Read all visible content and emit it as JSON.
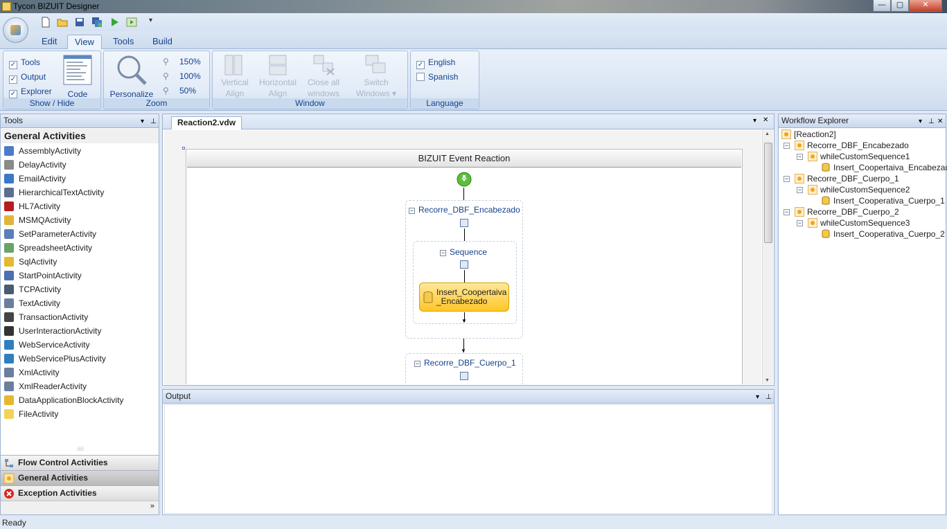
{
  "window": {
    "title": "Tycon BIZUIT Designer",
    "controls": {
      "minimize": "—",
      "maximize": "▢",
      "close": "✕"
    }
  },
  "ribbon": {
    "tabs": [
      {
        "label": "Edit"
      },
      {
        "label": "View",
        "active": true
      },
      {
        "label": "Tools"
      },
      {
        "label": "Build"
      }
    ],
    "show_hide": {
      "label": "Show / Hide",
      "items": [
        {
          "label": "Tools",
          "checked": true
        },
        {
          "label": "Output",
          "checked": true
        },
        {
          "label": "Explorer",
          "checked": true
        }
      ],
      "code_label": "Code"
    },
    "zoom": {
      "label": "Zoom",
      "personalize_label": "Personalize",
      "levels": [
        "150%",
        "100%",
        "50%"
      ]
    },
    "window": {
      "label": "Window",
      "buttons": [
        {
          "line1": "Vertical",
          "line2": "Align"
        },
        {
          "line1": "Horizontal",
          "line2": "Align"
        },
        {
          "line1": "Close all",
          "line2": "windows"
        },
        {
          "line1": "Switch",
          "line2": "Windows"
        }
      ],
      "dropdown_glyph": "▾"
    },
    "language": {
      "label": "Language",
      "options": [
        {
          "label": "English",
          "checked": true
        },
        {
          "label": "Spanish",
          "checked": false
        }
      ]
    }
  },
  "tools_panel": {
    "title": "Tools",
    "category": "General Activities",
    "items": [
      "AssemblyActivity",
      "DelayActivity",
      "EmailActivity",
      "HierarchicalTextActivity",
      "HL7Activity",
      "MSMQActivity",
      "SetParameterActivity",
      "SpreadsheetActivity",
      "SqlActivity",
      "StartPointActivity",
      "TCPActivity",
      "TextActivity",
      "TransactionActivity",
      "UserInteractionActivity",
      "WebServiceActivity",
      "WebServicePlusActivity",
      "XmlActivity",
      "XmlReaderActivity",
      "DataApplicationBlockActivity",
      "FileActivity"
    ],
    "categories": [
      {
        "label": "Flow Control Activities",
        "selected": false
      },
      {
        "label": "General Activities",
        "selected": true
      },
      {
        "label": "Exception Activities",
        "selected": false
      }
    ],
    "grip": "⁞⁞⁞⁞⁞",
    "more_glyph": "»"
  },
  "document": {
    "tab_label": "Reaction2.vdw",
    "workflow_title": "BIZUIT Event Reaction",
    "sequence1": "Recorre_DBF_Encabezado",
    "inner_sequence": "Sequence",
    "activity_line1": "Insert_Coopertaiva",
    "activity_line2": "_Encabezado",
    "sequence2": "Recorre_DBF_Cuerpo_1"
  },
  "output": {
    "title": "Output"
  },
  "explorer": {
    "title": "Workflow Explorer",
    "tree": [
      {
        "label": "[Reaction2]",
        "level": 0,
        "icon": "workflow"
      },
      {
        "label": "Recorre_DBF_Encabezado",
        "level": 1,
        "icon": "workflow"
      },
      {
        "label": "whileCustomSequence1",
        "level": 2,
        "icon": "workflow"
      },
      {
        "label": "Insert_Coopertaiva_Encabezado",
        "level": 3,
        "icon": "db"
      },
      {
        "label": "Recorre_DBF_Cuerpo_1",
        "level": 1,
        "icon": "workflow"
      },
      {
        "label": "whileCustomSequence2",
        "level": 2,
        "icon": "workflow"
      },
      {
        "label": "Insert_Cooperativa_Cuerpo_1",
        "level": 3,
        "icon": "db"
      },
      {
        "label": "Recorre_DBF_Cuerpo_2",
        "level": 1,
        "icon": "workflow"
      },
      {
        "label": "whileCustomSequence3",
        "level": 2,
        "icon": "workflow"
      },
      {
        "label": "Insert_Cooperativa_Cuerpo_2",
        "level": 3,
        "icon": "db"
      }
    ]
  },
  "glyphs": {
    "dropdown": "▾",
    "pin": "⊥",
    "close": "✕",
    "collapse": "−",
    "check": "✓",
    "arrow_down": "▼",
    "arrow_up": "▲"
  },
  "status": {
    "text": "Ready"
  }
}
